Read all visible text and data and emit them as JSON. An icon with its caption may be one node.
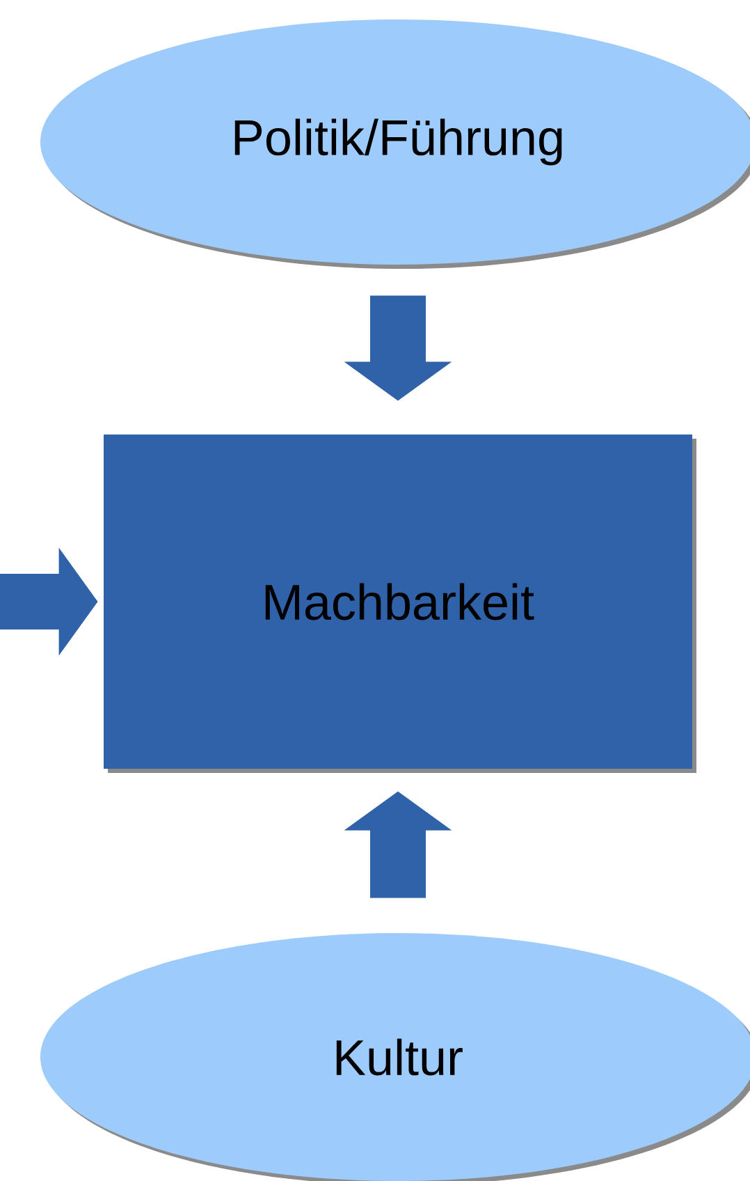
{
  "diagram": {
    "nodes": [
      {
        "text": [
          "Politik/Führung"
        ]
      },
      {
        "text": [
          "Machbarkeit"
        ]
      },
      {
        "text": [
          "Kultur"
        ]
      }
    ],
    "edges": [
      {
        "from": 0,
        "to": 1,
        "arrow": "to"
      },
      {
        "from": 2,
        "to": 1,
        "arrow": "to"
      },
      {
        "from": null,
        "to": 1,
        "arrow": "to"
      }
    ]
  }
}
